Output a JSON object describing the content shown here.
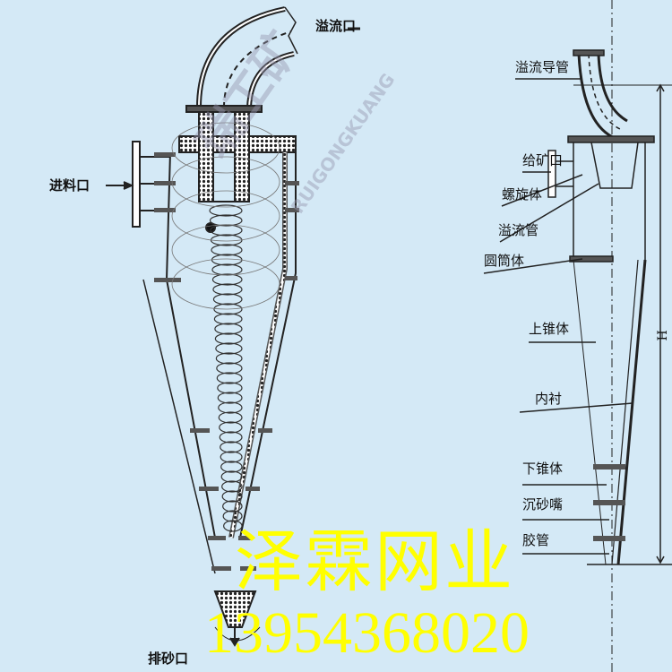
{
  "left_diagram": {
    "overflow_outlet": "溢流口",
    "feed_inlet": "进料口",
    "sand_outlet": "排砂口"
  },
  "right_diagram": {
    "labels": [
      "溢流导管",
      "给矿口",
      "螺旋体",
      "溢流管",
      "圆筒体",
      "上锥体",
      "内衬",
      "下锥体",
      "沉砂嘴",
      "胶管"
    ],
    "dimension": "H"
  },
  "watermark": {
    "company": "泽霖网业",
    "phone": "13954368020",
    "ghost_text": "瑞工矿",
    "ghost_latin": "RUIGONGKUANG",
    "color": "#ffff00"
  }
}
